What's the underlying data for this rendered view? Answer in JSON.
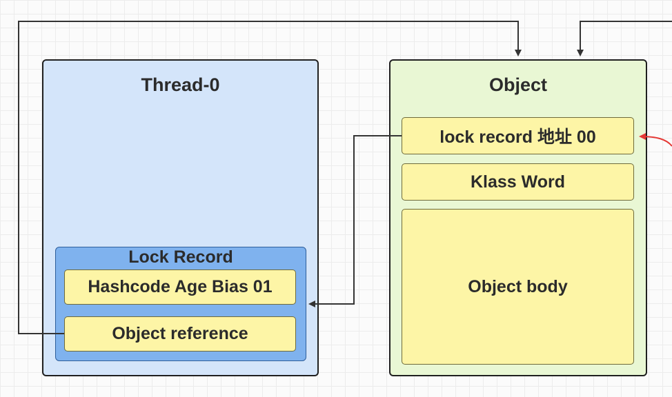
{
  "thread": {
    "title": "Thread-0",
    "lock_record": {
      "title": "Lock Record",
      "hashcode_cell": "Hashcode Age Bias 01",
      "object_reference_cell": "Object reference"
    }
  },
  "object": {
    "title": "Object",
    "mark_word_cell": "lock record 地址 00",
    "klass_word_cell": "Klass Word",
    "body_cell": "Object body"
  },
  "colors": {
    "thread_fill": "#d4e5fa",
    "lock_record_fill": "#7fb2ee",
    "object_fill": "#e9f7d4",
    "cell_fill": "#fdf5a6",
    "connector": "#333333",
    "red_arrow": "#e53935"
  }
}
